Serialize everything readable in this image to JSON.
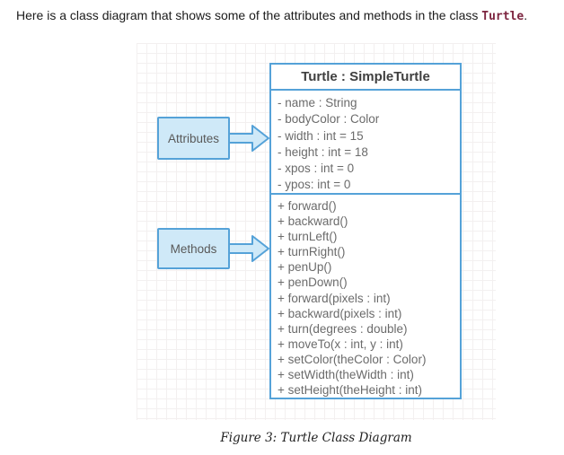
{
  "intro": {
    "text_before": "Here is a class diagram that shows some of the attributes and methods in the class ",
    "code": "Turtle",
    "text_after": "."
  },
  "diagram": {
    "class_box": {
      "title": "Turtle : SimpleTurtle",
      "attributes": [
        "- name : String",
        "- bodyColor : Color",
        "- width : int = 15",
        "- height : int = 18",
        "- xpos : int = 0",
        "- ypos: int = 0"
      ],
      "methods": [
        "+ forward()",
        "+ backward()",
        "+ turnLeft()",
        "+ turnRight()",
        "+ penUp()",
        "+ penDown()",
        "+ forward(pixels : int)",
        "+ backward(pixels : int)",
        "+ turn(degrees : double)",
        "+ moveTo(x : int, y : int)",
        "+ setColor(theColor : Color)",
        "+ setWidth(theWidth : int)",
        "+ setHeight(theHeight : int)"
      ]
    },
    "labels": {
      "attributes": "Attributes",
      "methods": "Methods"
    },
    "colors": {
      "border_blue": "#55a2d8",
      "label_fill": "#cfe9f8",
      "code_text": "#7d2540",
      "grid_line": "#f3f0f0",
      "body_gray": "#6b6b6b",
      "header_gray": "#3f3f3f"
    }
  },
  "caption": "Figure 3: Turtle Class Diagram"
}
